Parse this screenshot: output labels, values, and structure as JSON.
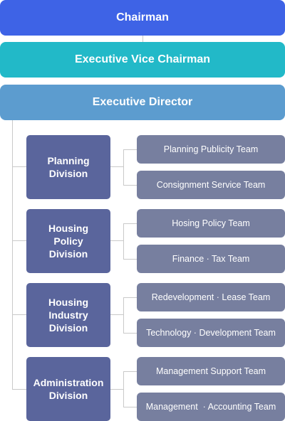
{
  "chairman": "Chairman",
  "executive_vice_chairman": "Executive Vice Chairman",
  "executive_director": "Executive Director",
  "divisions": [
    {
      "name": "Planning\nDivision",
      "teams": [
        "Planning Publicity Team",
        "Consignment Service Team"
      ]
    },
    {
      "name": "Housing\nPolicy\nDivision",
      "teams": [
        "Hosing Policy Team",
        "Finance · Tax Team"
      ]
    },
    {
      "name": "Housing\nIndustry\nDivision",
      "teams": [
        "Redevelopment · Lease Team",
        "Technology · Development Team"
      ]
    },
    {
      "name": "Administration\nDivision",
      "teams": [
        "Management Support Team",
        "Management  · Accounting Team"
      ]
    }
  ],
  "colors": {
    "chairman": "#3e63e6",
    "executive_vice_chairman": "#22b9c8",
    "executive_director": "#5c9ccf",
    "division": "#5a659c",
    "team": "#777f9f",
    "connector": "#c9c9c9"
  }
}
